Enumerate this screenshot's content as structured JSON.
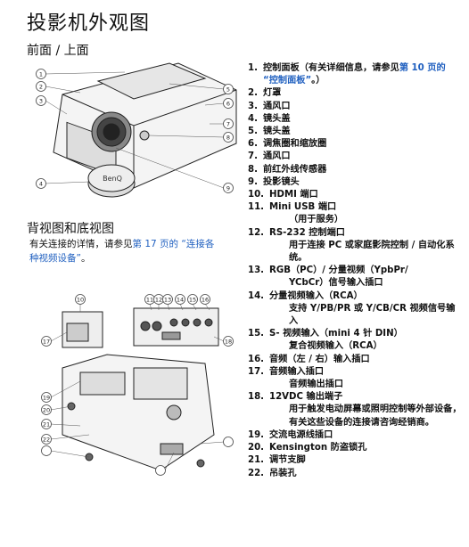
{
  "page": {
    "title": "投影机外观图",
    "front_heading": "前面 / 上面",
    "back_heading": "背视图和底视图",
    "intro_prefix": "有关连接的详情，请参见",
    "intro_link": "第 17 页的 “连接各种视频设备”",
    "intro_suffix": "。"
  },
  "diagram_front": {
    "callouts": [
      "1",
      "2",
      "3",
      "4",
      "5",
      "6",
      "7",
      "8",
      "9"
    ],
    "brand": "BenQ"
  },
  "diagram_back": {
    "callouts": [
      "10",
      "11",
      "12",
      "13",
      "14",
      "15",
      "16",
      "17",
      "18",
      "19",
      "20",
      "21",
      "22"
    ]
  },
  "items": [
    {
      "n": "1.",
      "t1": "控制面板（有关详细信息，请参见",
      "link": "第 10 页的 “控制面板”",
      "t2": "。）"
    },
    {
      "n": "2.",
      "t": "灯罩"
    },
    {
      "n": "3.",
      "t": "通风口"
    },
    {
      "n": "4.",
      "t": "镜头盖"
    },
    {
      "n": "5.",
      "t": "镜头盖"
    },
    {
      "n": "6.",
      "t": "调焦圈和缩放圈"
    },
    {
      "n": "7.",
      "t": "通风口"
    },
    {
      "n": "8.",
      "t": "前红外线传感器"
    },
    {
      "n": "9.",
      "t": "投影镜头"
    },
    {
      "n": "10.",
      "t": "HDMI 端口"
    },
    {
      "n": "11.",
      "t": "Mini USB 端口",
      "sub": "（用于服务）"
    },
    {
      "n": "12.",
      "t": "RS-232 控制端口",
      "sub": "用于连接 PC 或家庭影院控制 / 自动化系统。"
    },
    {
      "n": "13.",
      "t": "RGB（PC）/ 分量视频（YpbPr/",
      "sub": "YCbCr）信号输入插口"
    },
    {
      "n": "14.",
      "t": "分量视频输入（RCA）",
      "sub": "支持 Y/PB/PR 或 Y/CB/CR 视频信号输入"
    },
    {
      "n": "15.",
      "t": "S- 视频输入（mini 4 针 DIN）",
      "sub": "复合视频输入（RCA）"
    },
    {
      "n": "16.",
      "t": "音频（左 / 右）输入插口"
    },
    {
      "n": "17.",
      "t": "音频输入插口",
      "sub": "音频输出插口"
    },
    {
      "n": "18.",
      "t": "12VDC 输出端子",
      "sub": "用于触发电动屏幕或照明控制等外部设备，有关这些设备的连接请咨询经销商。"
    },
    {
      "n": "19.",
      "t": "交流电源线插口"
    },
    {
      "n": "20.",
      "t": "Kensington 防盗锁孔"
    },
    {
      "n": "21.",
      "t": "调节支脚"
    },
    {
      "n": "22.",
      "t": "吊装孔"
    }
  ]
}
